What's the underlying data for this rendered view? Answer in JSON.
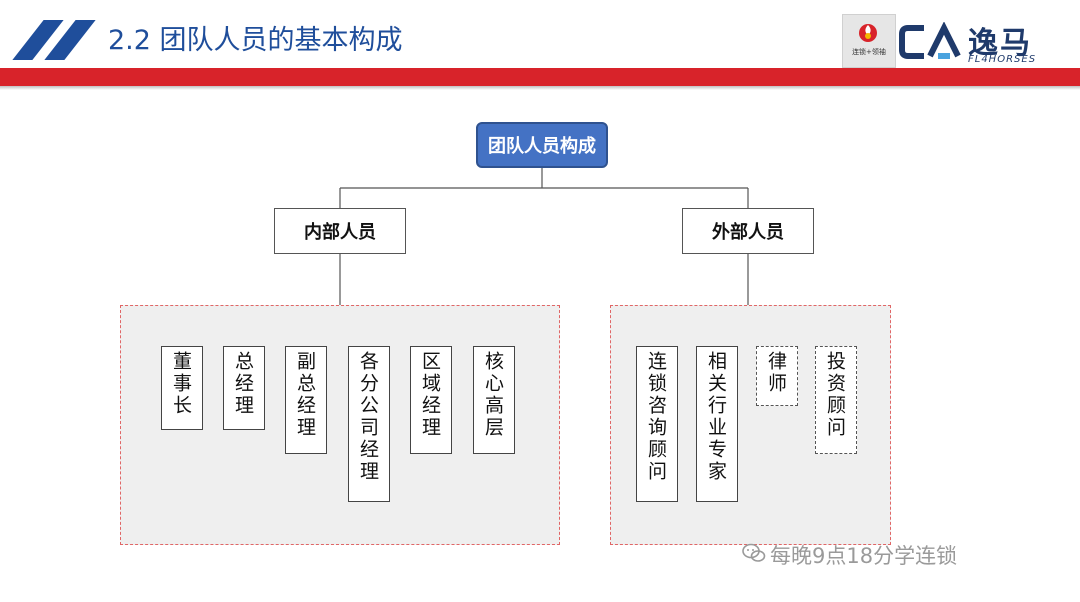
{
  "header": {
    "title": "2.2 团队人员的基本构成",
    "partner_logo_caption": "连锁+领袖",
    "brand_cn": "逸马",
    "brand_en": "FL4HORSES"
  },
  "diagram": {
    "root": "团队人员构成",
    "internal": {
      "label": "内部人员",
      "members": [
        "董事长",
        "总经理",
        "副总经理",
        "各分公司经理",
        "区域经理",
        "核心高层"
      ]
    },
    "external": {
      "label": "外部人员",
      "members": [
        "连锁咨询顾问",
        "相关行业专家",
        "律师",
        "投资顾问"
      ]
    }
  },
  "watermark": {
    "text": "每晚9点18分学连锁"
  },
  "colors": {
    "brand_blue": "#1f4e9b",
    "accent_red": "#d8232a",
    "root_fill": "#4472c4",
    "panel_border": "#e06666"
  }
}
